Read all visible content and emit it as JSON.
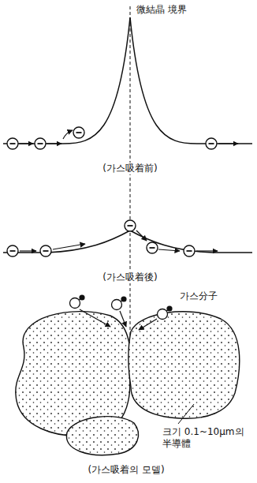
{
  "diagram": {
    "caption": "(가스吸着의 모델)",
    "labels": [
      "微結晶 境界",
      "(가스吸着前)",
      "(가스吸着後)",
      "가스分子",
      "크기 0.1~10μm의 半導體"
    ]
  }
}
